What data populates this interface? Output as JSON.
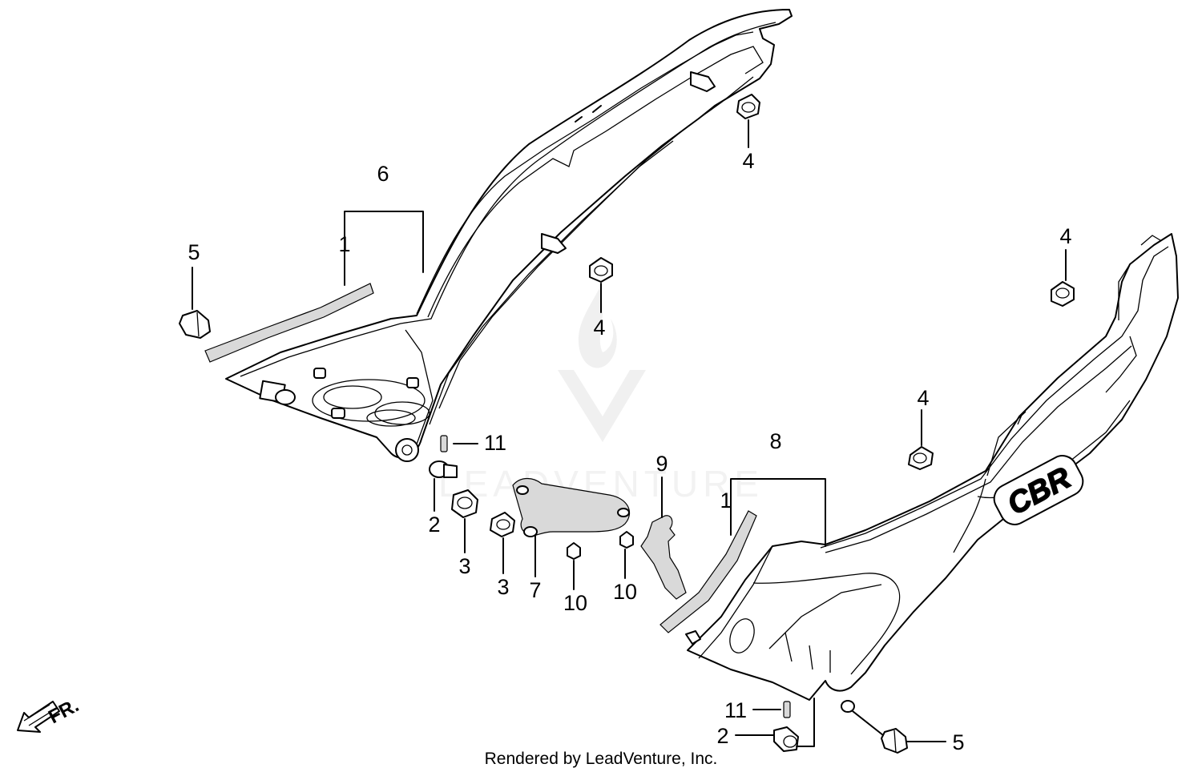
{
  "diagram": {
    "callouts": [
      {
        "id": "c6",
        "label": "6"
      },
      {
        "id": "c1a",
        "label": "1"
      },
      {
        "id": "c5a",
        "label": "5"
      },
      {
        "id": "c4a",
        "label": "4"
      },
      {
        "id": "c4b",
        "label": "4"
      },
      {
        "id": "c4c",
        "label": "4"
      },
      {
        "id": "c4d",
        "label": "4"
      },
      {
        "id": "c11a",
        "label": "11"
      },
      {
        "id": "c2a",
        "label": "2"
      },
      {
        "id": "c3a",
        "label": "3"
      },
      {
        "id": "c3b",
        "label": "3"
      },
      {
        "id": "c7",
        "label": "7"
      },
      {
        "id": "c10a",
        "label": "10"
      },
      {
        "id": "c10b",
        "label": "10"
      },
      {
        "id": "c9",
        "label": "9"
      },
      {
        "id": "c8",
        "label": "8"
      },
      {
        "id": "c1b",
        "label": "1"
      },
      {
        "id": "c11b",
        "label": "11"
      },
      {
        "id": "c2b",
        "label": "2"
      },
      {
        "id": "c5b",
        "label": "5"
      }
    ],
    "direction_label": "FR.",
    "cover_badge": "CBR",
    "watermark": "LEADVENTURE",
    "credit": "Rendered by LeadVenture, Inc."
  }
}
